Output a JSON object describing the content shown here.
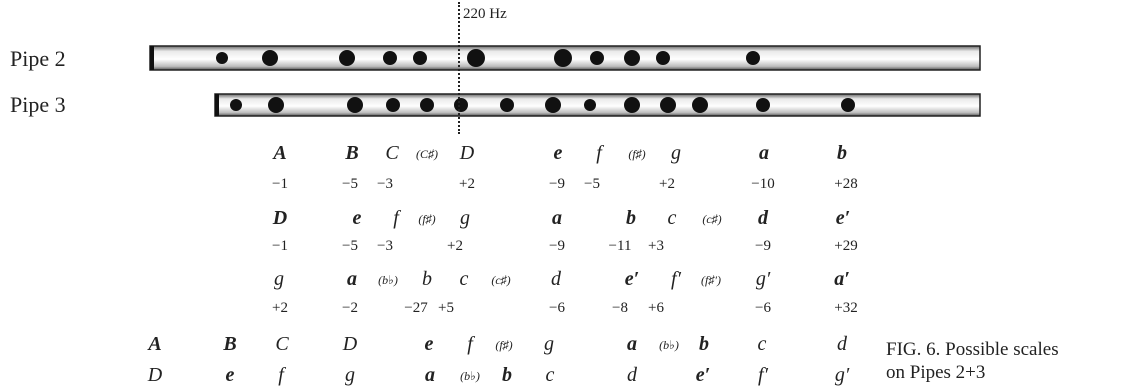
{
  "marker_label": "220 Hz",
  "pipes": [
    {
      "name": "Pipe 2"
    },
    {
      "name": "Pipe 3"
    }
  ],
  "rows": [
    {
      "kind": "notes",
      "items": [
        {
          "t": "A",
          "b": true
        },
        {
          "t": "B",
          "b": true
        },
        {
          "t": "C",
          "b": false
        },
        {
          "t": "(C♯)",
          "b": false,
          "s": true
        },
        {
          "t": "D",
          "b": false
        },
        {
          "t": "e",
          "b": true
        },
        {
          "t": "f",
          "b": false
        },
        {
          "t": "(f♯)",
          "b": false,
          "s": true
        },
        {
          "t": "g",
          "b": false
        },
        {
          "t": "a",
          "b": true
        },
        {
          "t": "b",
          "b": true
        }
      ]
    },
    {
      "kind": "cents",
      "items": [
        "−1",
        "−5",
        "−3",
        "+2",
        "−9",
        "−5",
        "+2",
        "−10",
        "+28"
      ]
    },
    {
      "kind": "notes",
      "items": [
        {
          "t": "D",
          "b": true
        },
        {
          "t": "e",
          "b": true
        },
        {
          "t": "f",
          "b": false
        },
        {
          "t": "(f♯)",
          "b": false,
          "s": true
        },
        {
          "t": "g",
          "b": false
        },
        {
          "t": "a",
          "b": true
        },
        {
          "t": "b",
          "b": true
        },
        {
          "t": "c",
          "b": false
        },
        {
          "t": "(c♯)",
          "b": false,
          "s": true
        },
        {
          "t": "d",
          "b": true
        },
        {
          "t": "e′",
          "b": true
        }
      ]
    },
    {
      "kind": "cents",
      "items": [
        "−1",
        "−5",
        "−3",
        "+2",
        "−9",
        "−11",
        "+3",
        "−9",
        "+29"
      ]
    },
    {
      "kind": "notes",
      "items": [
        {
          "t": "g",
          "b": false
        },
        {
          "t": "a",
          "b": true
        },
        {
          "t": "(b♭)",
          "b": false,
          "s": true
        },
        {
          "t": "b",
          "b": false
        },
        {
          "t": "c",
          "b": false
        },
        {
          "t": "(c♯)",
          "b": false,
          "s": true
        },
        {
          "t": "d",
          "b": false
        },
        {
          "t": "e′",
          "b": true
        },
        {
          "t": "f′",
          "b": false
        },
        {
          "t": "(f♯′)",
          "b": false,
          "s": true
        },
        {
          "t": "g′",
          "b": false
        },
        {
          "t": "a′",
          "b": true
        }
      ]
    },
    {
      "kind": "cents",
      "items": [
        "+2",
        "−2",
        "−27",
        "+5",
        "−6",
        "−8",
        "+6",
        "−6",
        "+32"
      ]
    },
    {
      "kind": "notes",
      "items": [
        {
          "t": "A",
          "b": true
        },
        {
          "t": "B",
          "b": true
        },
        {
          "t": "C",
          "b": false
        },
        {
          "t": "D",
          "b": false
        },
        {
          "t": "e",
          "b": true
        },
        {
          "t": "f",
          "b": false
        },
        {
          "t": "(f♯)",
          "b": false,
          "s": true
        },
        {
          "t": "g",
          "b": false
        },
        {
          "t": "a",
          "b": true
        },
        {
          "t": "(b♭)",
          "b": false,
          "s": true
        },
        {
          "t": "b",
          "b": true
        },
        {
          "t": "c",
          "b": false
        },
        {
          "t": "d",
          "b": false
        }
      ]
    },
    {
      "kind": "notes",
      "items": [
        {
          "t": "D",
          "b": false
        },
        {
          "t": "e",
          "b": true
        },
        {
          "t": "f",
          "b": false
        },
        {
          "t": "g",
          "b": false
        },
        {
          "t": "a",
          "b": true
        },
        {
          "t": "(b♭)",
          "b": false,
          "s": true
        },
        {
          "t": "b",
          "b": true
        },
        {
          "t": "c",
          "b": false
        },
        {
          "t": "d",
          "b": false
        },
        {
          "t": "e′",
          "b": true
        },
        {
          "t": "f′",
          "b": false
        },
        {
          "t": "g′",
          "b": false
        }
      ]
    }
  ],
  "caption": {
    "line1_small_caps_prefix": "FIG.",
    "line1_rest": " 6.  Possible scales",
    "line2": "on Pipes 2+3"
  }
}
